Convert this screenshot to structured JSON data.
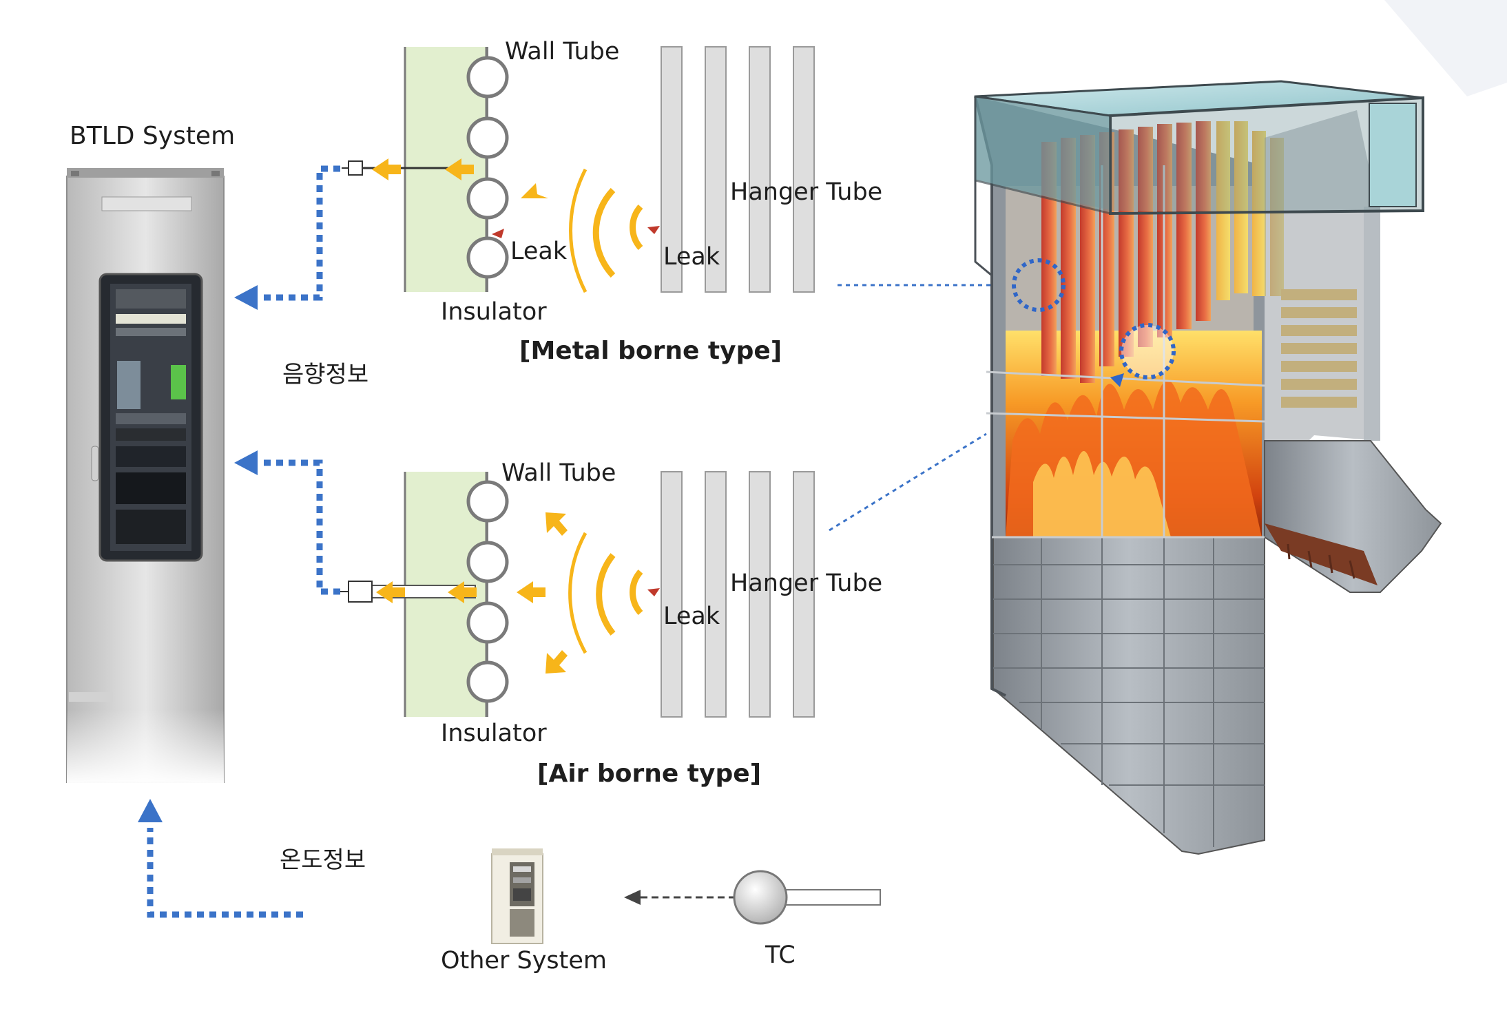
{
  "btld_system": {
    "title": "BTLD System"
  },
  "metal_borne": {
    "caption": "[Metal borne type]",
    "wall_tube": "Wall Tube",
    "hanger_tube": "Hanger Tube",
    "insulator": "Insulator",
    "leak_wall": "Leak",
    "leak_hanger": "Leak"
  },
  "air_borne": {
    "caption": "[Air borne type]",
    "wall_tube": "Wall Tube",
    "hanger_tube": "Hanger Tube",
    "insulator": "Insulator",
    "leak_hanger": "Leak"
  },
  "signals": {
    "acoustic_info": "음향정보",
    "temperature_info": "온도정보"
  },
  "other_system": {
    "label": "Other System"
  },
  "tc": {
    "label": "TC"
  },
  "colors": {
    "arrow_blue": "#3b73c8",
    "wave_orange": "#f7b51a",
    "insulator_green": "#e2efcf",
    "tube_gray": "#dedede",
    "cabinet_gray": "#c9c9c9",
    "fire": "#f26b1d"
  }
}
